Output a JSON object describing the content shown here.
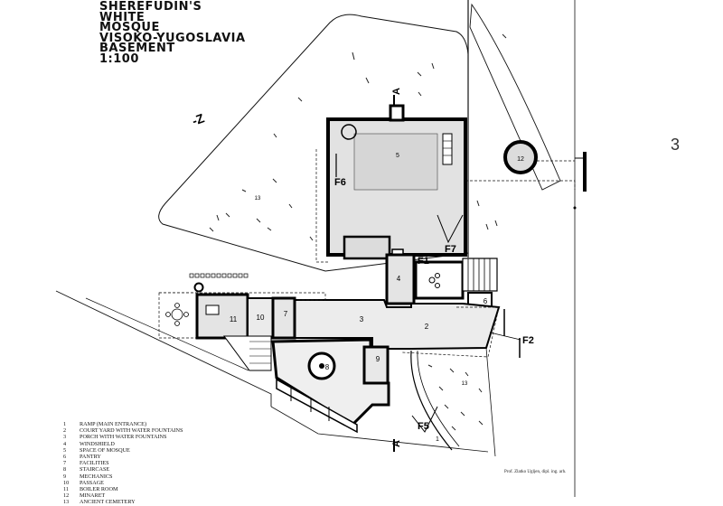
{
  "title_lines": [
    "SHEREFUDIN'S",
    "WHITE",
    "MOSQUE",
    "VISOKO-YUGOSLAVIA",
    "BASEMENT",
    "1:100"
  ],
  "legend": [
    {
      "num": "1",
      "label": "RAMP (MAIN ENTRANCE)"
    },
    {
      "num": "2",
      "label": "COURT YARD WITH WATER FOUNTAINS"
    },
    {
      "num": "3",
      "label": "PORCH WITH WATER FOUNTAINS"
    },
    {
      "num": "4",
      "label": "WINDSHIELD"
    },
    {
      "num": "5",
      "label": "SPACE OF MOSQUE"
    },
    {
      "num": "6",
      "label": "PANTRY"
    },
    {
      "num": "7",
      "label": "FACILITIES"
    },
    {
      "num": "8",
      "label": "STAIRCASE"
    },
    {
      "num": "9",
      "label": "MECHANICS"
    },
    {
      "num": "10",
      "label": "PASSAGE"
    },
    {
      "num": "11",
      "label": "BOILER ROOM"
    },
    {
      "num": "12",
      "label": "MINARET"
    },
    {
      "num": "13",
      "label": "ANCIENT CEMETERY"
    }
  ],
  "room_numbers": {
    "r1": "1",
    "r2": "2",
    "r3": "3",
    "r4": "4",
    "r5": "5",
    "r6": "6",
    "r7": "7",
    "r8": "8",
    "r9": "9",
    "r10": "10",
    "r11": "11",
    "r12": "12",
    "r13a": "13",
    "r13b": "13"
  },
  "section_marks": {
    "A_top": "A",
    "A_bottom": "A",
    "F1": "F1",
    "F2": "F2",
    "F5": "F5",
    "F6": "F6",
    "F7": "F7"
  },
  "north_arrow": "-Z",
  "sheet_number": "3",
  "author_credit": "Prof. Zlatko Ugljen, dipl. ing. arh."
}
